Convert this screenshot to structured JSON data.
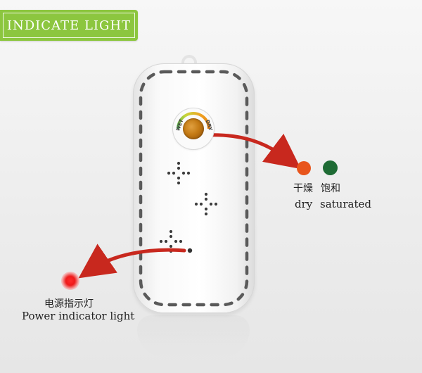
{
  "banner": {
    "title": "INDICATE LIGHT"
  },
  "indicator": {
    "wet_label": "WET",
    "dry_label": "DRY"
  },
  "colors": {
    "banner": "#8cc63f",
    "arrow": "#c8281e",
    "dry_dot": "#e8551c",
    "saturated_dot": "#1e6b34",
    "power_light": "#e8141e"
  },
  "status_legend": {
    "dry_zh": "干燥",
    "saturated_zh": "饱和",
    "dry_en": "dry",
    "saturated_en": "saturated"
  },
  "power": {
    "zh": "电源指示灯",
    "en": "Power indicator light"
  }
}
